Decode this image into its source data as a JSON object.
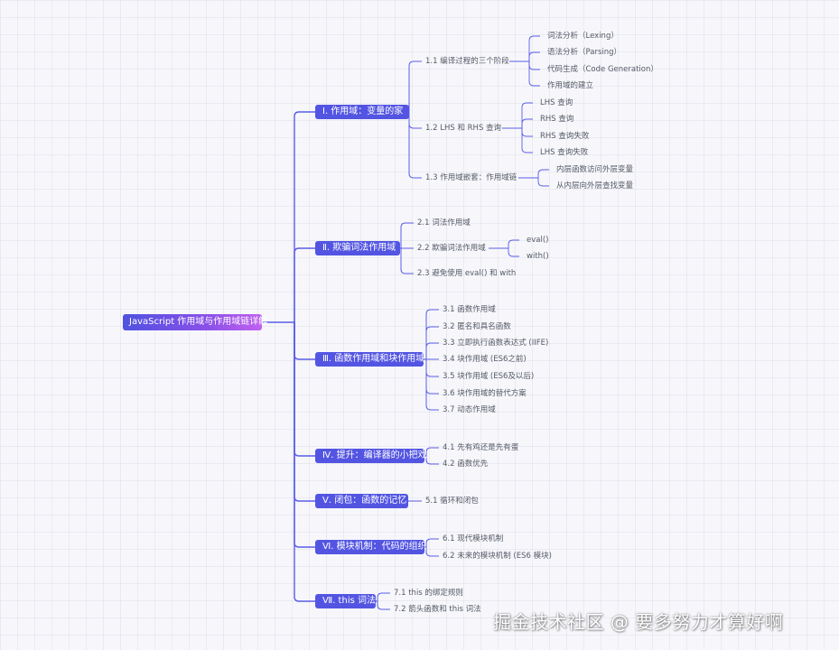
{
  "mindmap": {
    "root": "JavaScript 作用域与作用域链详解",
    "branches": [
      {
        "label": "Ⅰ. 作用域：变量的家",
        "children": [
          {
            "label": "1.1 编译过程的三个阶段",
            "children": [
              "词法分析（Lexing）",
              "语法分析（Parsing）",
              "代码生成（Code Generation）",
              "作用域的建立"
            ]
          },
          {
            "label": "1.2 LHS 和 RHS 查询",
            "children": [
              "LHS 查询",
              "RHS 查询",
              "RHS 查询失败",
              "LHS 查询失败"
            ]
          },
          {
            "label": "1.3 作用域嵌套：作用域链",
            "children": [
              "内层函数访问外层变量",
              "从内层向外层查找变量"
            ]
          }
        ]
      },
      {
        "label": "Ⅱ. 欺骗词法作用域",
        "children": [
          {
            "label": "2.1 词法作用域",
            "children": []
          },
          {
            "label": "2.2 欺骗词法作用域",
            "children": [
              "eval()",
              "with()"
            ]
          },
          {
            "label": "2.3 避免使用 eval() 和 with",
            "children": []
          }
        ]
      },
      {
        "label": "Ⅲ. 函数作用域和块作用域",
        "children": [
          {
            "label": "3.1 函数作用域",
            "children": []
          },
          {
            "label": "3.2 匿名和具名函数",
            "children": []
          },
          {
            "label": "3.3 立即执行函数表达式 (IIFE)",
            "children": []
          },
          {
            "label": "3.4 块作用域 (ES6之前)",
            "children": []
          },
          {
            "label": "3.5 块作用域 (ES6及以后)",
            "children": []
          },
          {
            "label": "3.6 块作用域的替代方案",
            "children": []
          },
          {
            "label": "3.7 动态作用域",
            "children": []
          }
        ]
      },
      {
        "label": "Ⅳ. 提升：编译器的小把戏",
        "children": [
          {
            "label": "4.1 先有鸡还是先有蛋",
            "children": []
          },
          {
            "label": "4.2 函数优先",
            "children": []
          }
        ]
      },
      {
        "label": "Ⅴ. 闭包：函数的记忆",
        "children": [
          {
            "label": "5.1 循环和闭包",
            "children": []
          }
        ]
      },
      {
        "label": "Ⅵ. 模块机制：代码的组织",
        "children": [
          {
            "label": "6.1 现代模块机制",
            "children": []
          },
          {
            "label": "6.2 未来的模块机制 (ES6 模块)",
            "children": []
          }
        ]
      },
      {
        "label": "Ⅶ. this 词法",
        "children": [
          {
            "label": "7.1 this 的绑定规则",
            "children": []
          },
          {
            "label": "7.2 箭头函数和 this 词法",
            "children": []
          }
        ]
      }
    ]
  },
  "watermark": "掘金技术社区 @ 要多努力才算好啊",
  "colors": {
    "link": "#5a5de6",
    "branch_bg": "#5355e2",
    "root_start": "#4f52e0",
    "root_end": "#c061ef"
  }
}
